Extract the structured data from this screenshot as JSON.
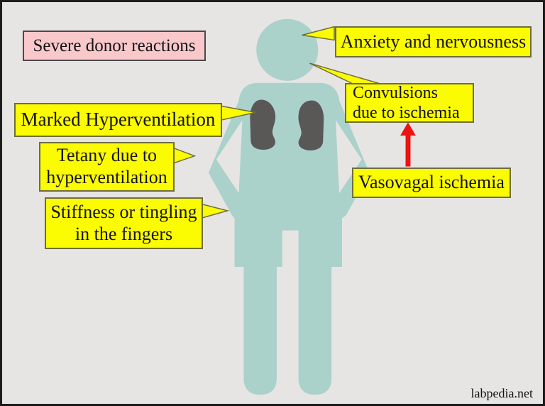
{
  "colors": {
    "background": "#e6e5e3",
    "frame": "#1c1c1c",
    "figure": "#abd1cb",
    "lungs": "#5a5757",
    "callout_fill": "#fbfb02",
    "callout_border": "#6e6e3e",
    "title_fill": "#f9c8cb",
    "title_border": "#4a4a4a",
    "arrow": "#ee1212",
    "text": "#141414"
  },
  "title_box": {
    "label": "Severe donor reactions"
  },
  "callouts": {
    "marked_hyperventilation": {
      "label": "Marked Hyperventilation"
    },
    "tetany": {
      "lines": [
        "Tetany due to",
        "hyperventilation"
      ]
    },
    "stiffness": {
      "lines": [
        "Stiffness or tingling",
        "in the fingers"
      ]
    },
    "anxiety": {
      "label": "Anxiety and nervousness"
    },
    "convulsions": {
      "lines": [
        "Convulsions",
        "due to ischemia"
      ]
    },
    "vasovagal": {
      "label": "Vasovagal ischemia"
    }
  },
  "icons": {
    "figure": "human-silhouette-hands-on-hips",
    "organs": "lungs"
  },
  "watermark": {
    "label": "labpedia.net"
  }
}
